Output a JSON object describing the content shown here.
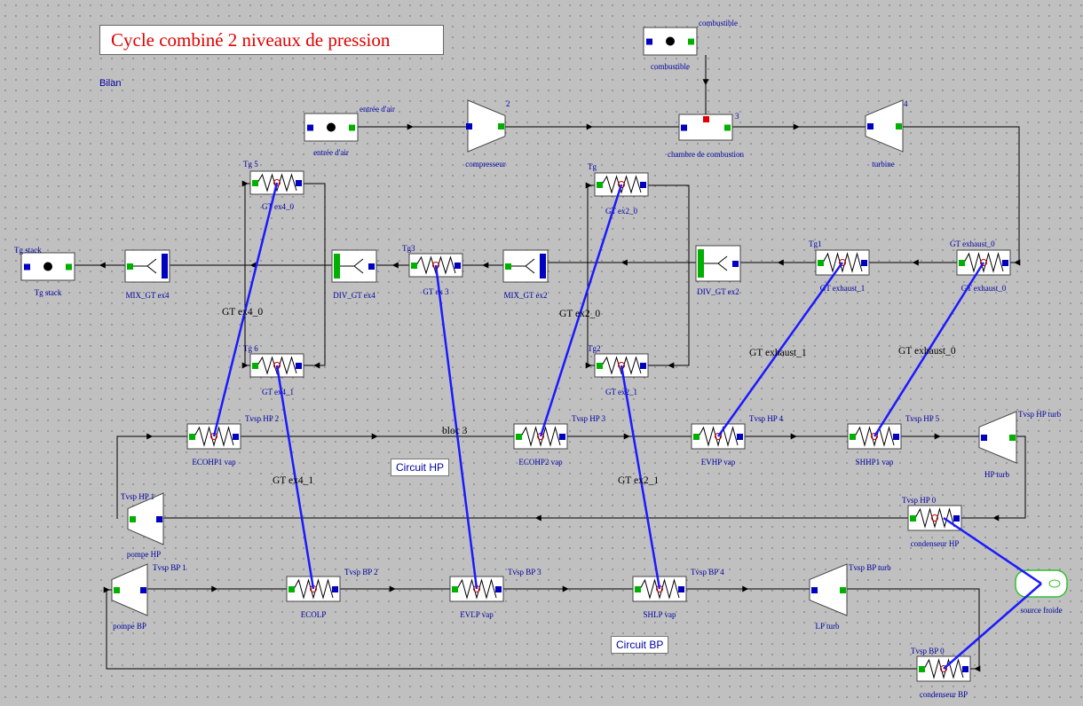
{
  "title": "Cycle combiné 2 niveaux de pression",
  "bilan": "Bilan",
  "frames": {
    "hp": "Circuit HP",
    "bp": "Circuit BP"
  },
  "components": [
    {
      "id": "combustible",
      "label": "combustible",
      "title": "combustible",
      "kind": "source"
    },
    {
      "id": "entree_air",
      "label": "entrée d'air",
      "title": "entrée d'air",
      "kind": "source"
    },
    {
      "id": "compresseur",
      "label": "compresseur",
      "title": "2",
      "kind": "compressor"
    },
    {
      "id": "chambre",
      "label": "chambre de combustion",
      "title": "3",
      "kind": "combustor"
    },
    {
      "id": "turbine",
      "label": "turbine",
      "title": "4",
      "kind": "turbine"
    },
    {
      "id": "tg_stack",
      "label": "Tg stack",
      "title": "Tg stack",
      "kind": "source"
    },
    {
      "id": "mix_gt_ex4",
      "label": "MIX_GT ex4",
      "title": "",
      "kind": "mixer"
    },
    {
      "id": "div_gt_ex4",
      "label": "DIV_GT ex4",
      "title": "",
      "kind": "divider"
    },
    {
      "id": "gt_ex4_0",
      "label": "GT ex4_0",
      "title": "Tg 5",
      "kind": "hx"
    },
    {
      "id": "gt_ex4_1",
      "label": "GT ex4_1",
      "title": "Tg 6",
      "kind": "hx"
    },
    {
      "id": "gt_ex3",
      "label": "GT ex 3",
      "title": "Tg3",
      "kind": "hx"
    },
    {
      "id": "mix_gt_ex2",
      "label": "MIX_GT ex2",
      "title": "",
      "kind": "mixer"
    },
    {
      "id": "gt_ex2_0",
      "label": "GT ex2_0",
      "title": "Tg",
      "kind": "hx"
    },
    {
      "id": "gt_ex2_1",
      "label": "GT ex2_1",
      "title": "Tg2",
      "kind": "hx"
    },
    {
      "id": "div_gt_ex2",
      "label": "DIV_GT ex2",
      "title": "",
      "kind": "divider"
    },
    {
      "id": "gt_exhaust_1",
      "label": "GT exhaust_1",
      "title": "Tg1",
      "kind": "hx"
    },
    {
      "id": "gt_exhaust_0",
      "label": "GT exhaust_0",
      "title": "GT exhaust_0",
      "kind": "hx"
    },
    {
      "id": "ecohp1",
      "label": "ECOHP1 vap",
      "title": "Tvsp HP 2",
      "kind": "hx"
    },
    {
      "id": "ecohp2",
      "label": "ECOHP2 vap",
      "title": "Tvsp HP 3",
      "kind": "hx"
    },
    {
      "id": "evhp",
      "label": "EVHP vap",
      "title": "Tvsp HP 4",
      "kind": "hx"
    },
    {
      "id": "shhp1",
      "label": "SHHP1 vap",
      "title": "Tvsp HP 5",
      "kind": "hx"
    },
    {
      "id": "hp_turb",
      "label": "HP turb",
      "title": "Tvsp HP turb",
      "kind": "turbine"
    },
    {
      "id": "cond_hp",
      "label": "condenseur HP",
      "title": "Tvsp HP 0",
      "kind": "hx"
    },
    {
      "id": "pompe_hp",
      "label": "pompe HP",
      "title": "Tvsp HP 1",
      "kind": "pump"
    },
    {
      "id": "pompe_bp",
      "label": "pompe BP",
      "title": "Tvsp BP 1",
      "kind": "pump"
    },
    {
      "id": "ecolp",
      "label": "ECOLP",
      "title": "Tvsp BP 2",
      "kind": "hx"
    },
    {
      "id": "evlp",
      "label": "EVLP vap",
      "title": "Tvsp BP 3",
      "kind": "hx"
    },
    {
      "id": "shlp",
      "label": "SHLP vap",
      "title": "Tvsp BP 4",
      "kind": "hx"
    },
    {
      "id": "lp_turb",
      "label": "LP turb",
      "title": "Tvsp BP turb",
      "kind": "turbine"
    },
    {
      "id": "cond_bp",
      "label": "condenseur BP",
      "title": "Tvsp BP 0",
      "kind": "hx"
    },
    {
      "id": "source_froide",
      "label": "source froide",
      "title": "",
      "kind": "coldsource"
    }
  ],
  "couplings": [
    {
      "name": "GT ex4_0",
      "from": "gt_ex4_0",
      "to": "ecohp1"
    },
    {
      "name": "GT ex4_1",
      "from": "gt_ex4_1",
      "to": "ecolp"
    },
    {
      "name": "bloc 3",
      "from": "gt_ex3",
      "to": "evlp"
    },
    {
      "name": "GT ex2_0",
      "from": "gt_ex2_0",
      "to": "ecohp2"
    },
    {
      "name": "GT ex2_1",
      "from": "gt_ex2_1",
      "to": "shlp"
    },
    {
      "name": "GT exhaust_1",
      "from": "gt_exhaust_1",
      "to": "evhp"
    },
    {
      "name": "GT exhaust_0",
      "from": "gt_exhaust_0",
      "to": "shhp1"
    },
    {
      "name": "",
      "from": "cond_hp",
      "to": "source_froide"
    },
    {
      "name": "",
      "from": "cond_bp",
      "to": "source_froide"
    }
  ]
}
